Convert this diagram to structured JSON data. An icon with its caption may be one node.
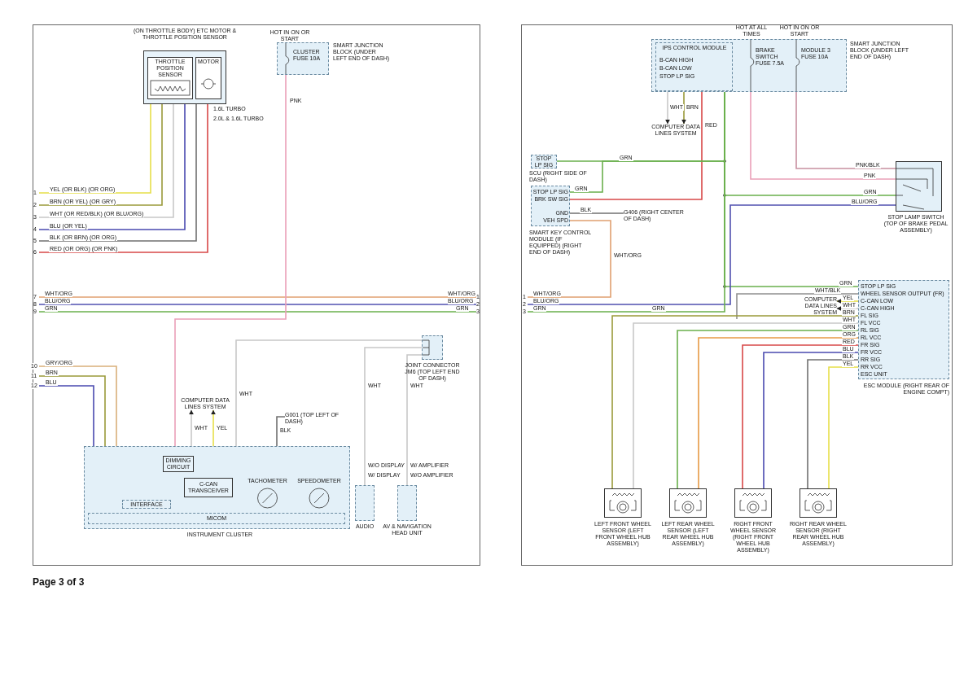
{
  "diagram": {
    "nodes": [
      {
        "text": [
          "(ON THROTTLE BODY) ETC MOTOR & THROTTLE POSITION SENSOR"
        ]
      },
      {
        "text": [
          "THROTTLE POSITION SENSOR"
        ],
        "in": 0
      },
      {
        "text": [
          "MOTOR"
        ],
        "in": 0
      },
      {
        "text": [
          "CLUSTER FUSE 10A"
        ],
        "beside": [
          "HOT IN ON OR START",
          "SMART JUNCTION BLOCK (UNDER LEFT END OF DASH)"
        ]
      },
      {
        "text": [
          "JOINT CONNECTOR JM6 (TOP LEFT END OF DASH)"
        ]
      },
      {
        "text": [
          "INSTRUMENT CLUSTER"
        ]
      },
      {
        "text": [
          "DIMMING CIRCUIT"
        ],
        "in": 5
      },
      {
        "text": [
          "C-CAN TRANSCEIVER"
        ],
        "in": 5
      },
      {
        "text": [
          "INTERFACE"
        ],
        "in": 5
      },
      {
        "text": [
          "MICOM"
        ],
        "in": 5
      },
      {
        "text": [
          "TACHOMETER"
        ],
        "in": 5
      },
      {
        "text": [
          "SPEEDOMETER"
        ],
        "in": 5
      },
      {
        "text": [
          "AUDIO"
        ]
      },
      {
        "text": [
          "AV & NAVIGATION HEAD UNIT"
        ]
      },
      {
        "text": [
          "G001 (TOP LEFT OF DASH)"
        ]
      },
      {
        "text": [
          "COMPUTER DATA LINES SYSTEM"
        ]
      },
      {
        "text": [
          "BRAKE SWITCH FUSE 7.5A",
          "MODULE 3 FUSE 10A"
        ],
        "beside": [
          "HOT AT ALL TIMES",
          "HOT IN ON OR START",
          "SMART JUNCTION BLOCK (UNDER LEFT END OF DASH)"
        ]
      },
      {
        "text": [
          "IPS CONTROL MODULE",
          "B-CAN HIGH",
          "B-CAN LOW",
          "STOP LP SIG"
        ],
        "in": 16
      },
      {
        "text": [
          "COMPUTER DATA LINES SYSTEM"
        ]
      },
      {
        "text": [
          "STOP LP SIG"
        ],
        "beside": [
          "SCU (RIGHT SIDE OF DASH)"
        ]
      },
      {
        "text": [
          "STOP LP SIG",
          "BRK SW SIG",
          "GND",
          "VEH SPD"
        ],
        "beside": [
          "SMART KEY CONTROL MODULE (IF EQUIPPED) (RIGHT END OF DASH)"
        ]
      },
      {
        "text": [
          "G406 (RIGHT CENTER OF DASH)"
        ]
      },
      {
        "text": [
          "STOP LAMP SWITCH (TOP OF BRAKE PEDAL ASSEMBLY)"
        ]
      },
      {
        "text": [
          "STOP LP SIG",
          "WHEEL SENSOR OUTPUT (FR)",
          "C-CAN LOW",
          "C-CAN HIGH",
          "FL SIG",
          "FL VCC",
          "RL SIG",
          "RL VCC",
          "FR SIG",
          "FR VCC",
          "RR SIG",
          "RR VCC",
          "ESC UNIT"
        ],
        "beside": [
          "ESC MODULE (RIGHT REAR OF ENGINE COMPT)"
        ]
      },
      {
        "text": [
          "COMPUTER DATA LINES SYSTEM"
        ]
      },
      {
        "text": [
          "LEFT FRONT WHEEL SENSOR (LEFT FRONT WHEEL HUB ASSEMBLY)"
        ]
      },
      {
        "text": [
          "LEFT REAR WHEEL SENSOR (LEFT REAR WHEEL HUB ASSEMBLY)"
        ]
      },
      {
        "text": [
          "RIGHT FRONT WHEEL SENSOR (RIGHT FRONT WHEEL HUB ASSEMBLY)"
        ]
      },
      {
        "text": [
          "RIGHT REAR WHEEL SENSOR (RIGHT REAR WHEEL HUB ASSEMBLY)"
        ]
      },
      {
        "text": [
          "1"
        ]
      },
      {
        "text": [
          "2"
        ]
      },
      {
        "text": [
          "3"
        ]
      },
      {
        "text": [
          "4"
        ]
      },
      {
        "text": [
          "5"
        ]
      },
      {
        "text": [
          "6"
        ]
      },
      {
        "text": [
          "10"
        ]
      },
      {
        "text": [
          "11"
        ]
      },
      {
        "text": [
          "12"
        ]
      },
      {
        "text": [
          "1"
        ]
      },
      {
        "text": [
          "2"
        ]
      },
      {
        "text": [
          "3"
        ]
      }
    ],
    "edges": [
      {
        "from": 0,
        "to": 29,
        "arrow": "none",
        "label": "YEL (OR BLK) (OR ORG)",
        "color": "#e6df4a"
      },
      {
        "from": 0,
        "to": 30,
        "arrow": "none",
        "label": "BRN (OR YEL) (OR GRY)",
        "color": "#9a9a3a"
      },
      {
        "from": 0,
        "to": 31,
        "arrow": "none",
        "label": "WHT (OR RED/BLK) (OR BLU/ORG)",
        "color": "#c8c8c8"
      },
      {
        "from": 0,
        "to": 32,
        "arrow": "none",
        "label": "BLU (OR YEL)",
        "color": "#4a4ab0"
      },
      {
        "from": 0,
        "to": 33,
        "arrow": "none",
        "label": "BLK (OR BRN) (OR ORG)",
        "color": "#707070"
      },
      {
        "from": 0,
        "to": 34,
        "arrow": "none",
        "label": "RED (OR ORG) (OR PNK)",
        "color": "#d84848"
      },
      {
        "from": 3,
        "to": 5,
        "arrow": "none",
        "label": "PNK",
        "color": "#eaa0b8"
      },
      {
        "from": 35,
        "to": 5,
        "arrow": "none",
        "label": "GRY/ORG",
        "color": "#d9b07a"
      },
      {
        "from": 36,
        "to": 5,
        "arrow": "none",
        "label": "BRN",
        "color": "#9a9a3a"
      },
      {
        "from": 37,
        "to": 5,
        "arrow": "none",
        "label": "BLU",
        "color": "#4a4ab0"
      },
      {
        "from": 5,
        "to": 15,
        "arrow": "to",
        "label": "WHT",
        "color": "#c8c8c8"
      },
      {
        "from": 5,
        "to": 15,
        "arrow": "to",
        "label": "YEL",
        "color": "#e6df4a"
      },
      {
        "from": 5,
        "to": 4,
        "arrow": "none",
        "label": "WHT",
        "color": "#c8c8c8"
      },
      {
        "from": 5,
        "to": 14,
        "arrow": "none",
        "label": "BLK",
        "color": "#707070"
      },
      {
        "from": 4,
        "to": 12,
        "arrow": "none",
        "label": "WHT",
        "color": "#c8c8c8"
      },
      {
        "from": 4,
        "to": 13,
        "arrow": "none",
        "label": "WHT",
        "color": "#c8c8c8"
      },
      {
        "from": 17,
        "to": 18,
        "arrow": "to",
        "label": "WHT",
        "color": "#c8c8c8"
      },
      {
        "from": 17,
        "to": 18,
        "arrow": "to",
        "label": "BRN",
        "color": "#9a9a3a"
      },
      {
        "from": 17,
        "to": 20,
        "arrow": "none",
        "label": "RED",
        "color": "#d84848"
      },
      {
        "from": 17,
        "to": 19,
        "arrow": "none",
        "label": "GRN",
        "color": "#6ab04c"
      },
      {
        "from": 17,
        "to": 20,
        "arrow": "none",
        "label": "GRN",
        "color": "#6ab04c"
      },
      {
        "from": 17,
        "to": 22,
        "arrow": "none",
        "label": "GRN",
        "color": "#6ab04c"
      },
      {
        "from": 17,
        "to": 23,
        "arrow": "none",
        "label": "GRN",
        "color": "#6ab04c"
      },
      {
        "from": 16,
        "to": 22,
        "arrow": "none",
        "label": "PNK",
        "color": "#eaa0b8"
      },
      {
        "from": 16,
        "to": 22,
        "arrow": "none",
        "label": "PNK/BLK",
        "color": "#c890a0"
      },
      {
        "from": 22,
        "to": 39,
        "arrow": "none",
        "label": "BLU/ORG",
        "color": "#5050b0"
      },
      {
        "from": 20,
        "to": 38,
        "arrow": "none",
        "label": "WHT/ORG",
        "color": "#e0a070"
      },
      {
        "from": 20,
        "to": 21,
        "arrow": "none",
        "label": "BLK",
        "color": "#707070"
      },
      {
        "from": 23,
        "to": null,
        "arrow": "none",
        "label": "WHT/BLK",
        "color": "#909090"
      },
      {
        "from": 23,
        "to": 24,
        "arrow": "to",
        "label": "YEL",
        "color": "#e6df4a"
      },
      {
        "from": 23,
        "to": 24,
        "arrow": "to",
        "label": "WHT",
        "color": "#c8c8c8"
      },
      {
        "from": 23,
        "to": 25,
        "arrow": "none",
        "label": "BRN",
        "color": "#9a9a3a"
      },
      {
        "from": 23,
        "to": 25,
        "arrow": "none",
        "label": "WHT",
        "color": "#c8c8c8"
      },
      {
        "from": 23,
        "to": 26,
        "arrow": "none",
        "label": "GRN",
        "color": "#6ab04c"
      },
      {
        "from": 23,
        "to": 26,
        "arrow": "none",
        "label": "ORG",
        "color": "#e79a45"
      },
      {
        "from": 23,
        "to": 27,
        "arrow": "none",
        "label": "RED",
        "color": "#d84848"
      },
      {
        "from": 23,
        "to": 27,
        "arrow": "none",
        "label": "BLU",
        "color": "#4a4ab0"
      },
      {
        "from": 23,
        "to": 28,
        "arrow": "none",
        "label": "BLK",
        "color": "#707070"
      },
      {
        "from": 23,
        "to": 28,
        "arrow": "none",
        "label": "YEL",
        "color": "#e6df4a"
      },
      {
        "from": 17,
        "to": 40,
        "arrow": "none",
        "label": "GRN",
        "color": "#6ab04c"
      }
    ],
    "labels": [
      "1.6L TURBO",
      "2.0L & 1.6L TURBO",
      "7",
      "WHT/ORG",
      "WHT/ORG",
      "1",
      "8",
      "BLU/ORG",
      "BLU/ORG",
      "2",
      "9",
      "GRN",
      "GRN",
      "3",
      "W/O DISPLAY",
      "W/ DISPLAY",
      "W/ AMPLIFIER",
      "W/O AMPLIFIER",
      "WHT/ORG",
      "BLU/ORG",
      "GRN",
      "Page 3 of 3"
    ]
  }
}
